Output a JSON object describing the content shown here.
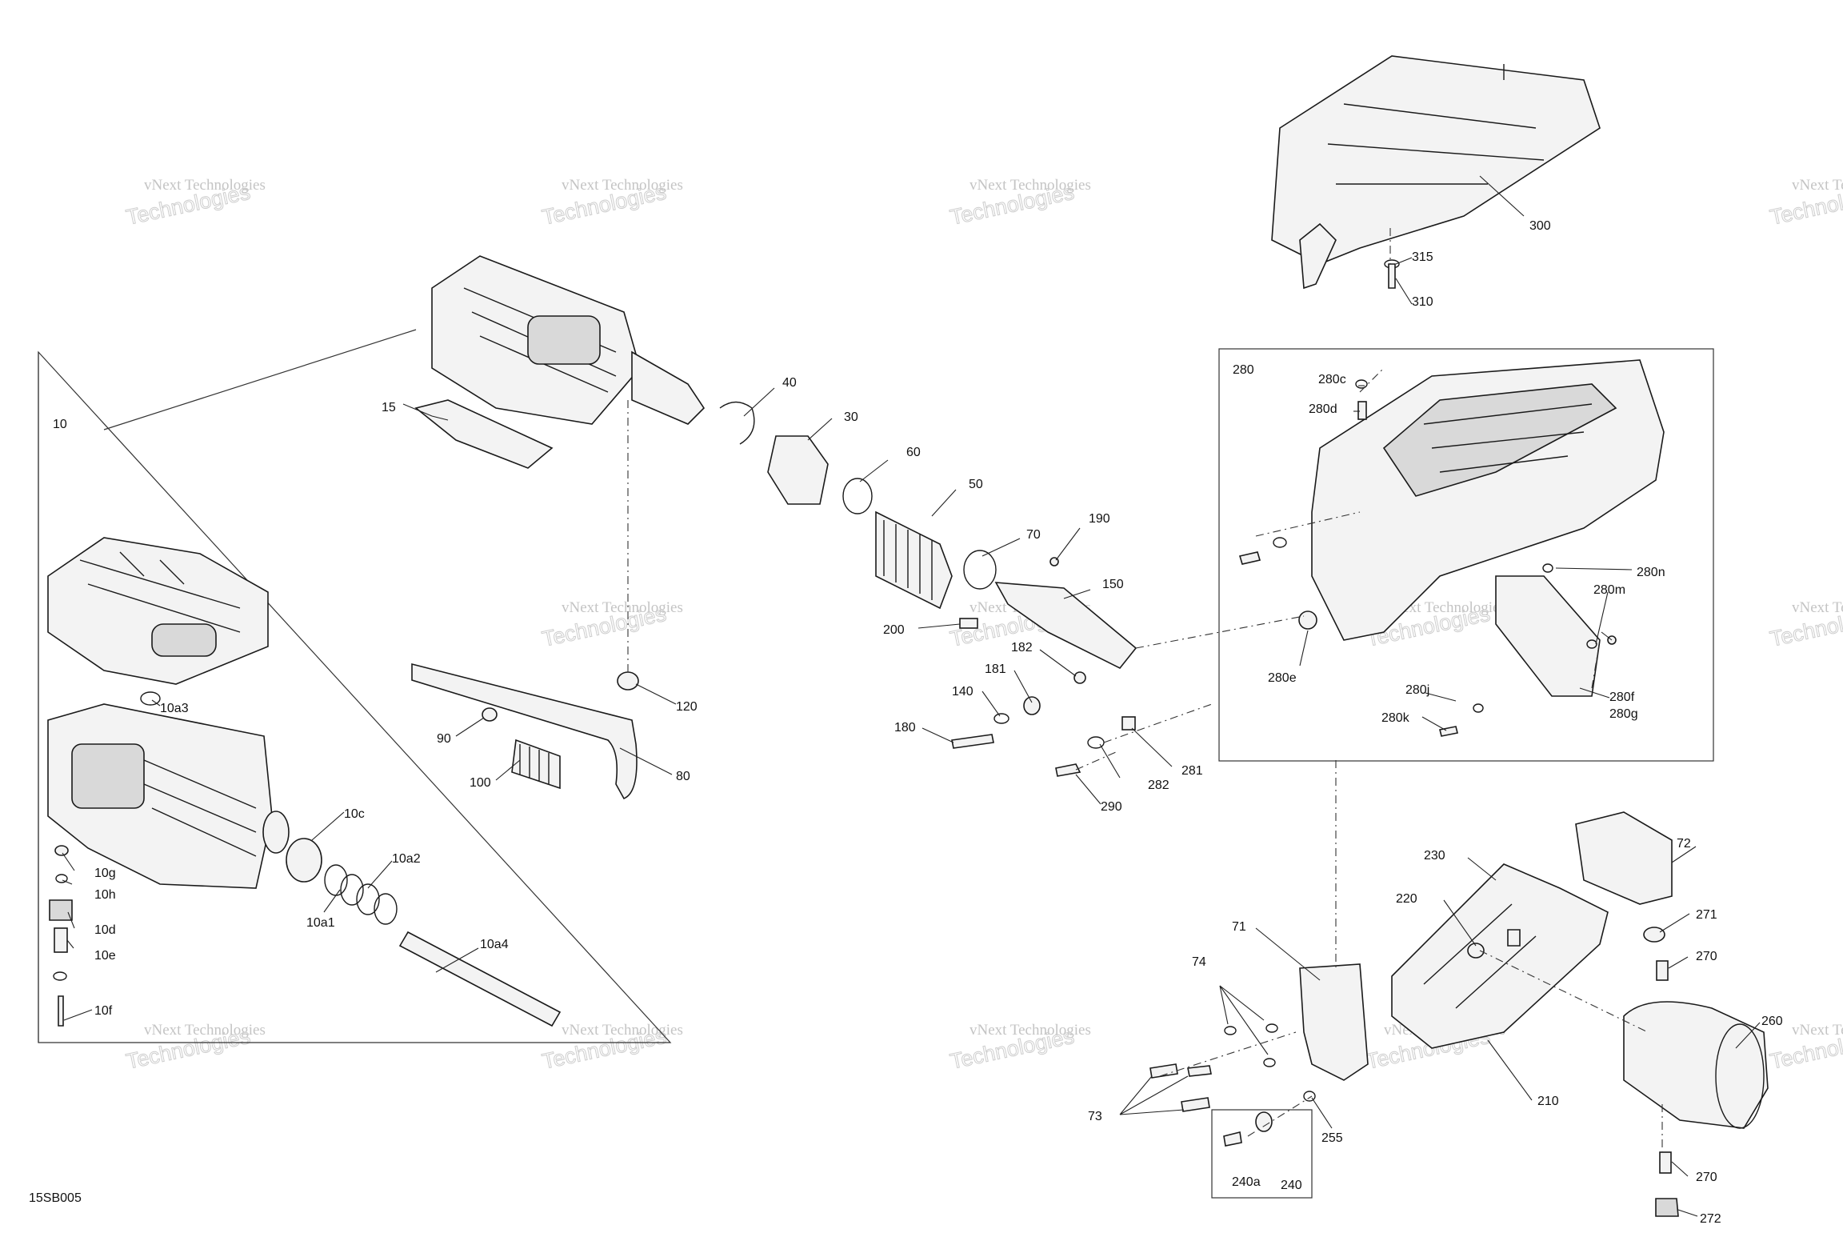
{
  "drawing_code": "15SB005",
  "watermark": {
    "line1": "vNext Technologies",
    "line2": "Technologies"
  },
  "labels": {
    "l10": "10",
    "l15": "15",
    "l40": "40",
    "l30": "30",
    "l60": "60",
    "l50": "50",
    "l70": "70",
    "l190": "190",
    "l150": "150",
    "l200": "200",
    "l182": "182",
    "l181": "181",
    "l140": "140",
    "l180": "180",
    "l120": "120",
    "l90": "90",
    "l100": "100",
    "l80": "80",
    "l290": "290",
    "l282": "282",
    "l281": "281",
    "l10a3": "10a3",
    "l10c": "10c",
    "l10a2": "10a2",
    "l10g": "10g",
    "l10h": "10h",
    "l10d": "10d",
    "l10e": "10e",
    "l10a1": "10a1",
    "l10a4": "10a4",
    "l10f": "10f",
    "l300": "300",
    "l315": "315",
    "l310": "310",
    "l280": "280",
    "l280c": "280c",
    "l280d": "280d",
    "l280n": "280n",
    "l280m": "280m",
    "l280e": "280e",
    "l280j": "280j",
    "l280k": "280k",
    "l280f": "280f",
    "l280g": "280g",
    "l72": "72",
    "l230": "230",
    "l220": "220",
    "l271": "271",
    "l270a": "270",
    "l71": "71",
    "l74": "74",
    "l260": "260",
    "l210": "210",
    "l73": "73",
    "l255": "255",
    "l240a": "240a",
    "l240": "240",
    "l270b": "270",
    "l272": "272"
  }
}
